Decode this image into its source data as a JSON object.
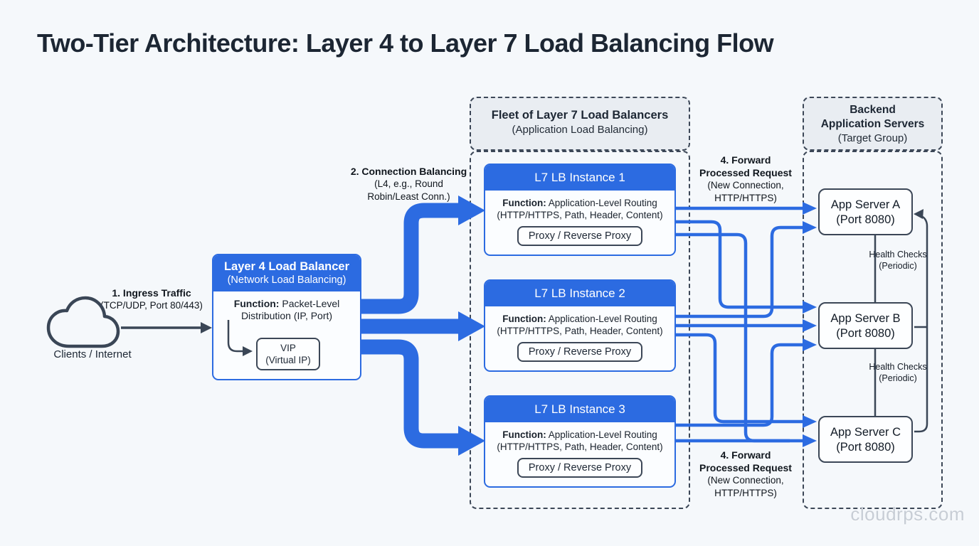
{
  "page": {
    "title": "Two-Tier Architecture: Layer 4 to Layer 7 Load Balancing Flow",
    "watermark": "cloudrps.com"
  },
  "colors": {
    "accent_blue": "#2c6be1",
    "line_dark": "#3a4656",
    "zone_header_fill": "#e9edf2",
    "background": "#f5f8fb"
  },
  "clients": {
    "label": "Clients / Internet"
  },
  "flow_labels": {
    "ingress": {
      "title": "1. Ingress Traffic",
      "subtitle": "(TCP/UDP, Port 80/443)"
    },
    "connection_balancing": {
      "title": "2. Connection Balancing",
      "subtitle": "(L4, e.g., Round Robin/Least Conn.)"
    },
    "forward_top": {
      "title": "4. Forward Processed Request",
      "subtitle": "(New Connection, HTTP/HTTPS)"
    },
    "forward_bottom": {
      "title": "4. Forward Processed Request",
      "subtitle": "(New Connection, HTTP/HTTPS)"
    },
    "health_checks_ab": {
      "title": "Health Checks",
      "subtitle": "(Periodic)"
    },
    "health_checks_bc": {
      "title": "Health Checks",
      "subtitle": "(Periodic)"
    }
  },
  "l4_lb": {
    "title": "Layer 4 Load Balancer",
    "subtitle": "(Network Load Balancing)",
    "function_label": "Function:",
    "function_text": " Packet-Level Distribution (IP, Port)",
    "vip_title": "VIP",
    "vip_subtitle": "(Virtual IP)"
  },
  "fleet": {
    "title": "Fleet of Layer 7 Load Balancers",
    "subtitle": "(Application Load Balancing)",
    "instances": [
      {
        "title": "L7 LB Instance 1",
        "function_label": "Function:",
        "function_text": " Application-Level Routing (HTTP/HTTPS, Path, Header, Content)",
        "proxy_label": "Proxy / Reverse Proxy"
      },
      {
        "title": "L7 LB Instance 2",
        "function_label": "Function:",
        "function_text": " Application-Level Routing (HTTP/HTTPS, Path, Header, Content)",
        "proxy_label": "Proxy / Reverse Proxy"
      },
      {
        "title": "L7 LB Instance 3",
        "function_label": "Function:",
        "function_text": " Application-Level Routing (HTTP/HTTPS, Path, Header, Content)",
        "proxy_label": "Proxy / Reverse Proxy"
      }
    ]
  },
  "backend": {
    "title_line1": "Backend",
    "title_line2": "Application Servers",
    "subtitle": "(Target Group)",
    "servers": [
      {
        "name": "App Server A",
        "port": "(Port 8080)"
      },
      {
        "name": "App Server B",
        "port": "(Port 8080)"
      },
      {
        "name": "App Server C",
        "port": "(Port 8080)"
      }
    ]
  }
}
